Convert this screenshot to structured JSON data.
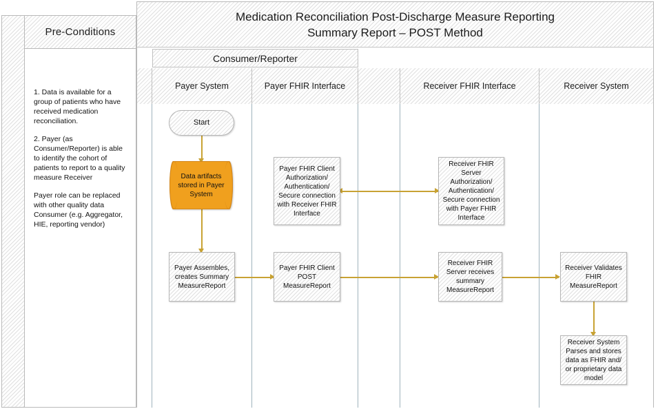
{
  "diagram": {
    "title_line1": "Medication Reconciliation Post-Discharge Measure Reporting",
    "title_line2": "Summary Report – POST Method",
    "accent_arrow_color": "#c8a233",
    "data_store_color": "#f0a01e",
    "lane_border_color": "#9fb3bd"
  },
  "preconditions": {
    "title": "Pre-Conditions",
    "paragraphs": [
      "1. Data is available for a group of patients who have received medication reconciliation.",
      "2. Payer (as Consumer/Reporter) is able to identify the cohort of patients to report to a quality measure Receiver",
      "Payer role can be replaced with other quality data Consumer (e.g. Aggregator, HIE, reporting vendor)"
    ]
  },
  "bands": {
    "consumer_reporter": "Consumer/Reporter"
  },
  "lanes": [
    {
      "id": "spine",
      "label": ""
    },
    {
      "id": "payer-system",
      "label": "Payer\nSystem"
    },
    {
      "id": "payer-fhir",
      "label": "Payer FHIR Interface"
    },
    {
      "id": "gap",
      "label": ""
    },
    {
      "id": "receiver-fhir",
      "label": "Receiver\nFHIR Interface"
    },
    {
      "id": "receiver-system",
      "label": "Receiver\nSystem"
    }
  ],
  "lane_labels": {
    "payer_system": "Payer System",
    "payer_fhir_interface": "Payer FHIR Interface",
    "receiver_fhir_interface": "Receiver FHIR Interface",
    "receiver_system": "Receiver System"
  },
  "nodes": {
    "start": "Start",
    "data_artifacts": "Data artifacts stored in Payer System",
    "payer_auth": "Payer FHIR Client Authorization/ Authentication/ Secure connection with Receiver FHIR Interface",
    "receiver_auth": "Receiver FHIR Server Authorization/ Authentication/ Secure connection with Payer FHIR Interface",
    "payer_assembles": "Payer Assembles, creates Summary MeasureReport",
    "payer_post": "Payer FHIR Client POST MeasureReport",
    "receiver_receives": "Receiver FHIR Server receives summary MeasureReport",
    "receiver_validates": "Receiver Validates FHIR MeasureReport",
    "receiver_parses": "Receiver System Parses and stores data as FHIR and/ or proprietary data model"
  }
}
